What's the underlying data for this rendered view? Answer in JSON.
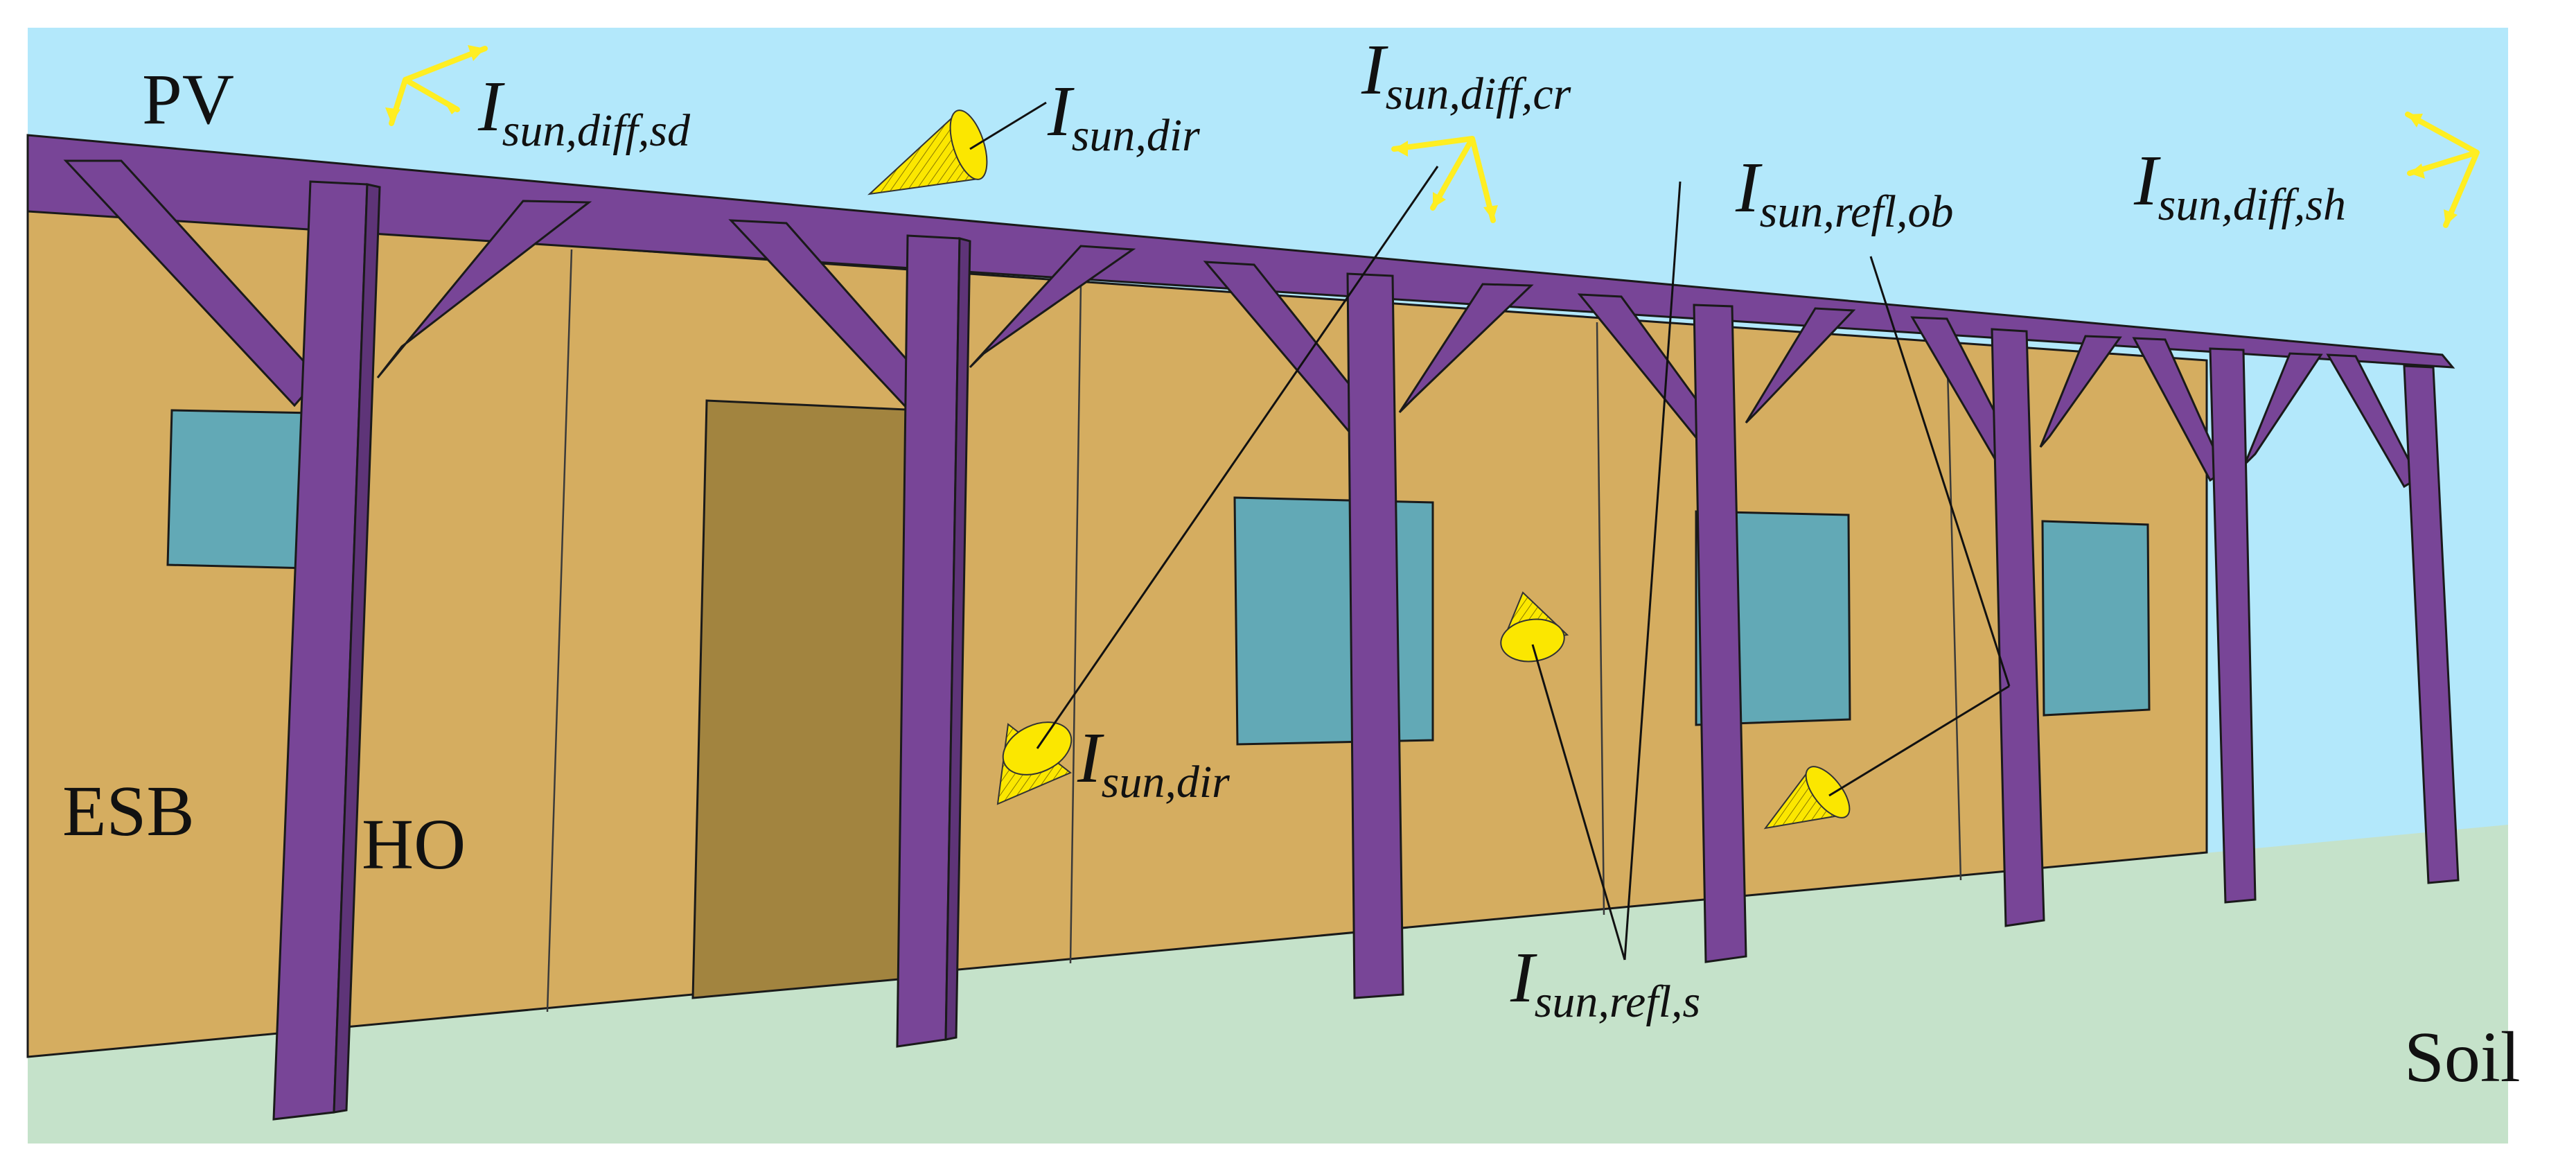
{
  "labels": {
    "pv": "PV",
    "esb": "ESB",
    "ho": "HO",
    "soil": "Soil"
  },
  "irradiance": {
    "diff_sd": {
      "main": "I",
      "sub": "sun,diff,sd"
    },
    "dir_top": {
      "main": "I",
      "sub": "sun,dir"
    },
    "diff_cr": {
      "main": "I",
      "sub": "sun,diff,cr"
    },
    "refl_ob": {
      "main": "I",
      "sub": "sun,refl,ob"
    },
    "diff_sh": {
      "main": "I",
      "sub": "sun,diff,sh"
    },
    "dir_mid": {
      "main": "I",
      "sub": "sun,dir"
    },
    "refl_s": {
      "main": "I",
      "sub": "sun,refl,s"
    }
  },
  "colors": {
    "sky": "#b3e8fb",
    "soil": "#c5e2ca",
    "wall": "#d5ad60",
    "door": "#a2843f",
    "window": "#62a9b6",
    "pergola": "#784597",
    "pergola_dark": "#5e3478",
    "sun_ray": "#ffee22",
    "cone": "#fbe700"
  }
}
